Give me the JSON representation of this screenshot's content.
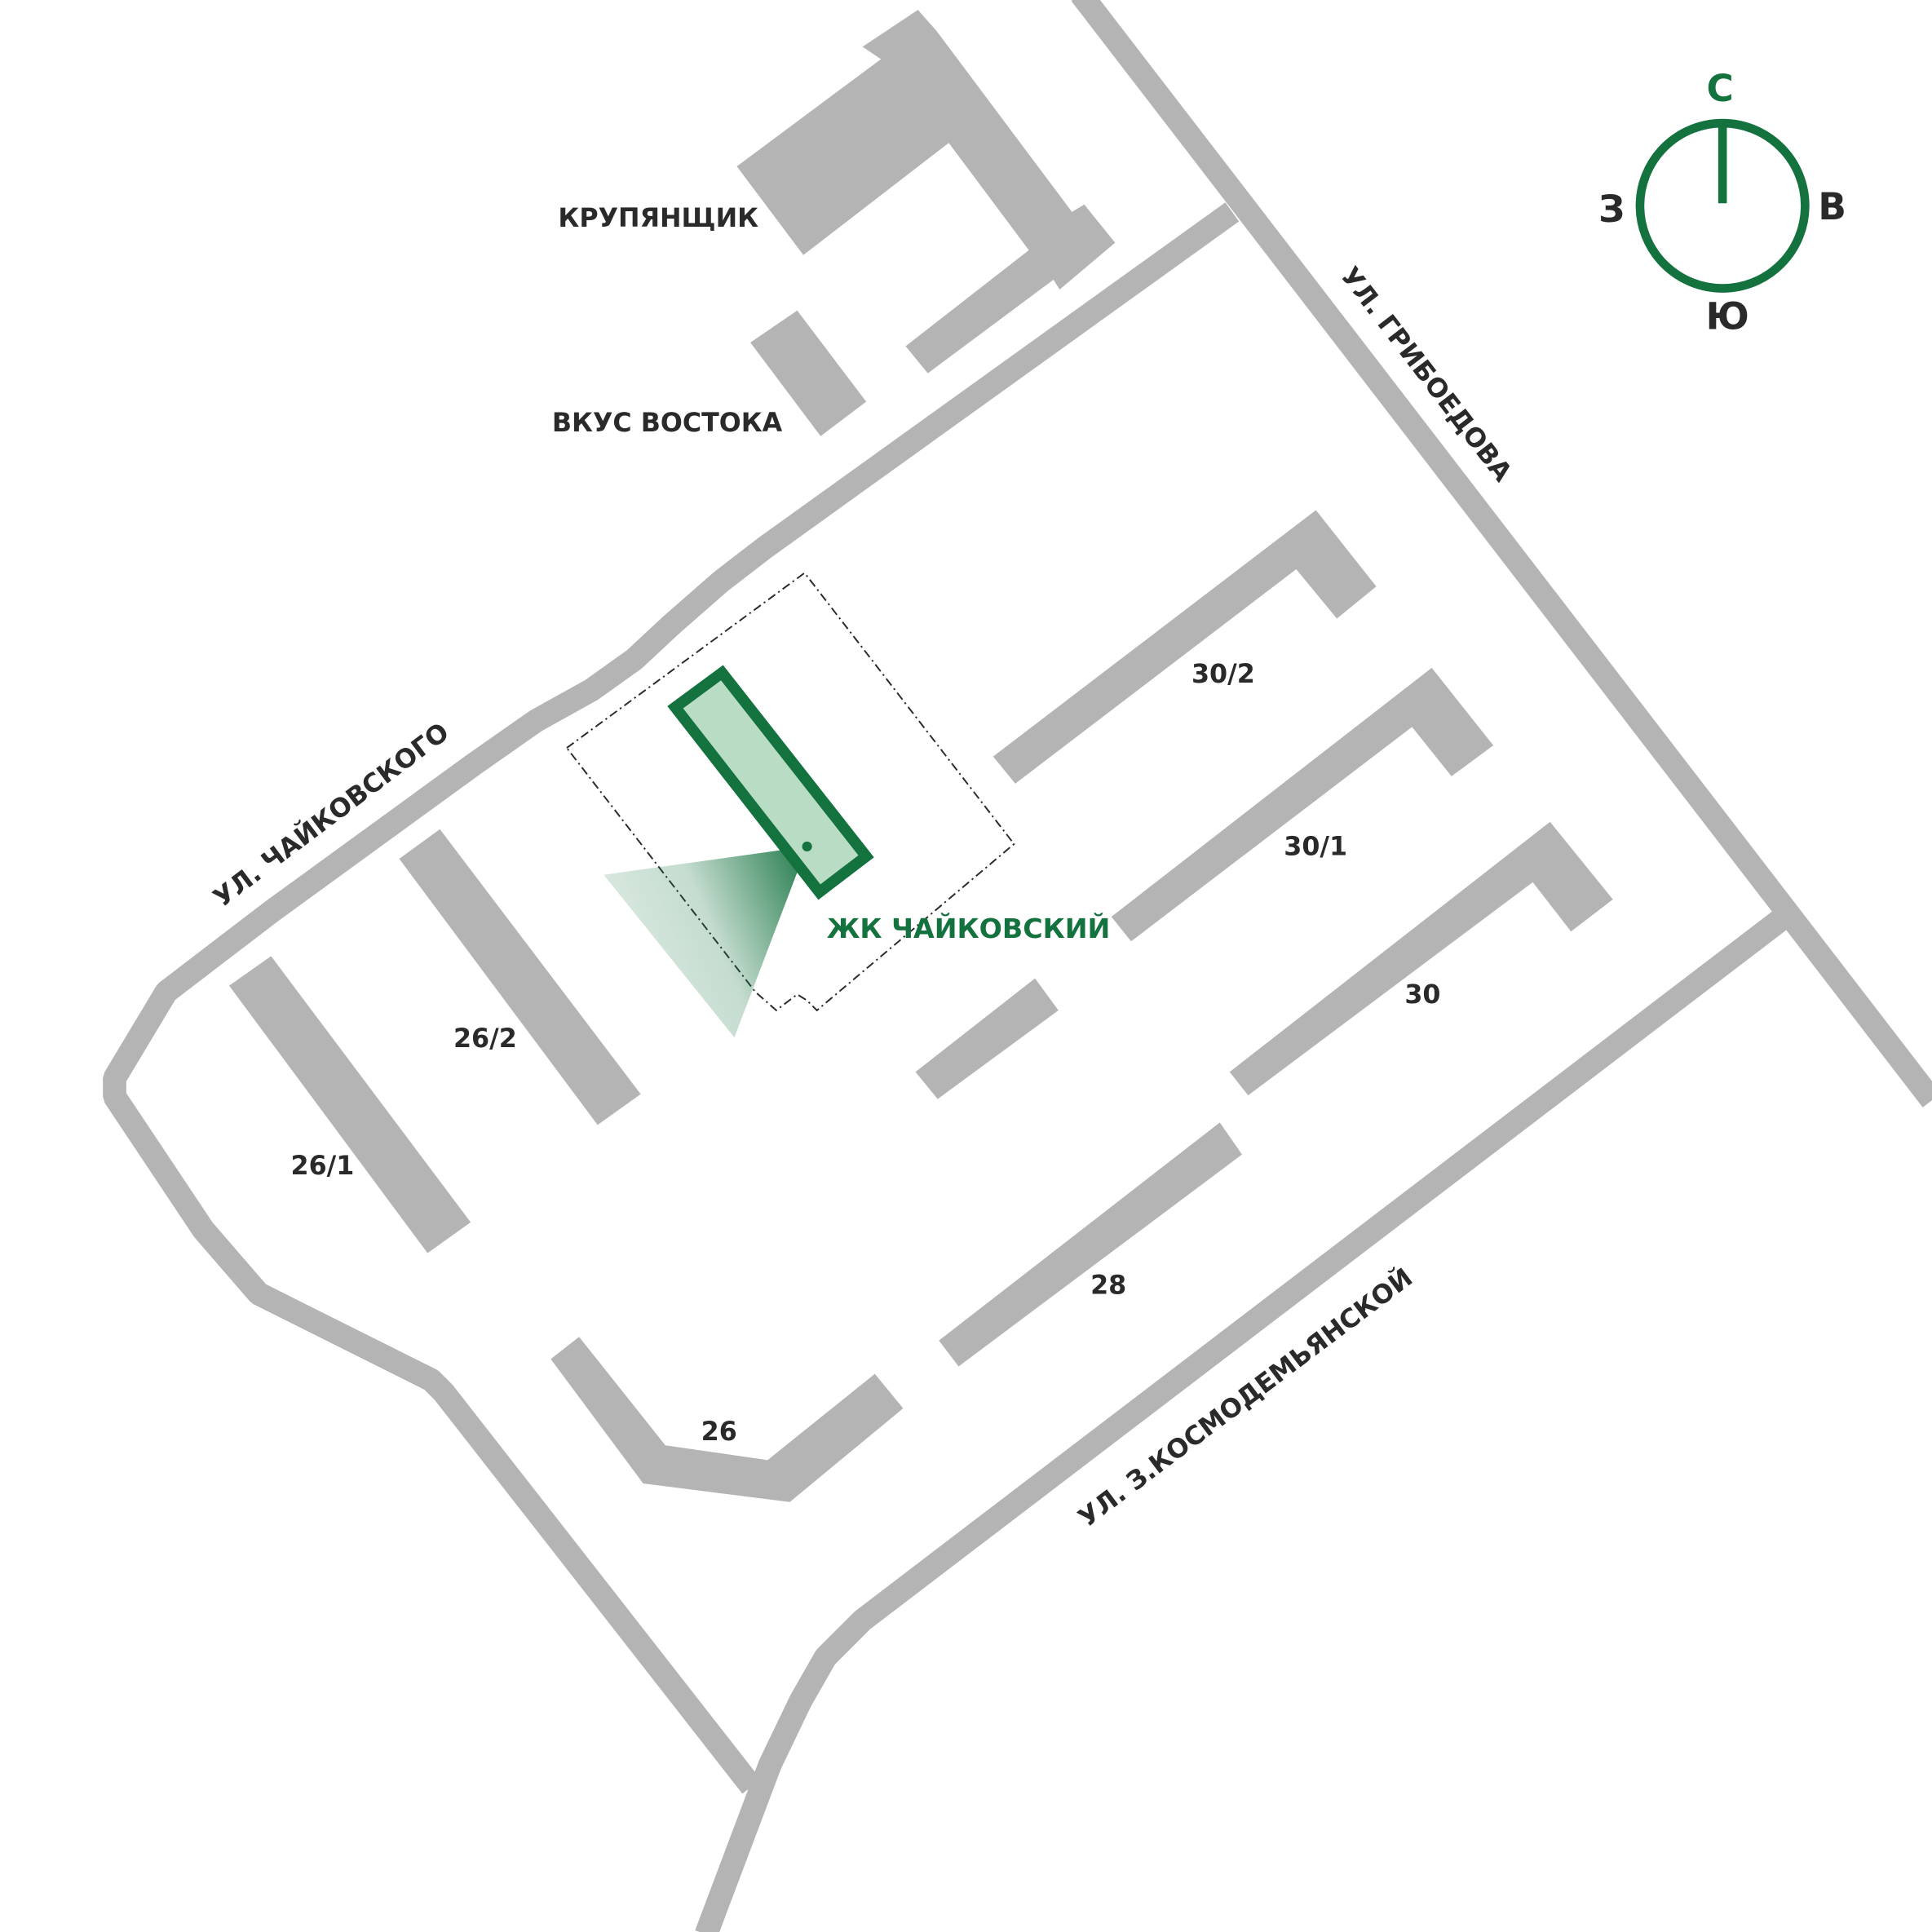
{
  "colors": {
    "road": "#b3b4b3",
    "accent": "#14723f",
    "highlight_fill": "#b9dcc5",
    "text": "#2a2a2a"
  },
  "streets": {
    "chaikovskogo": "УЛ. ЧАЙКОВСКОГО",
    "griboedova": "УЛ. ГРИБОЕДОВА",
    "kosmodemyanskoy": "УЛ. З.КОСМОДЕМЬЯНСКОЙ"
  },
  "places": {
    "krupyanshchik": "КРУПЯНЩИК",
    "vkus_vostoka": "ВКУС ВОСТОКА"
  },
  "buildings": {
    "b30_2": "30/2",
    "b30_1": "30/1",
    "b30": "30",
    "b28": "28",
    "b26": "26",
    "b26_1": "26/1",
    "b26_2": "26/2"
  },
  "project": {
    "name": "ЖК ЧАЙКОВСКИЙ"
  },
  "compass": {
    "north": "С",
    "south": "Ю",
    "west": "З",
    "east": "В"
  }
}
